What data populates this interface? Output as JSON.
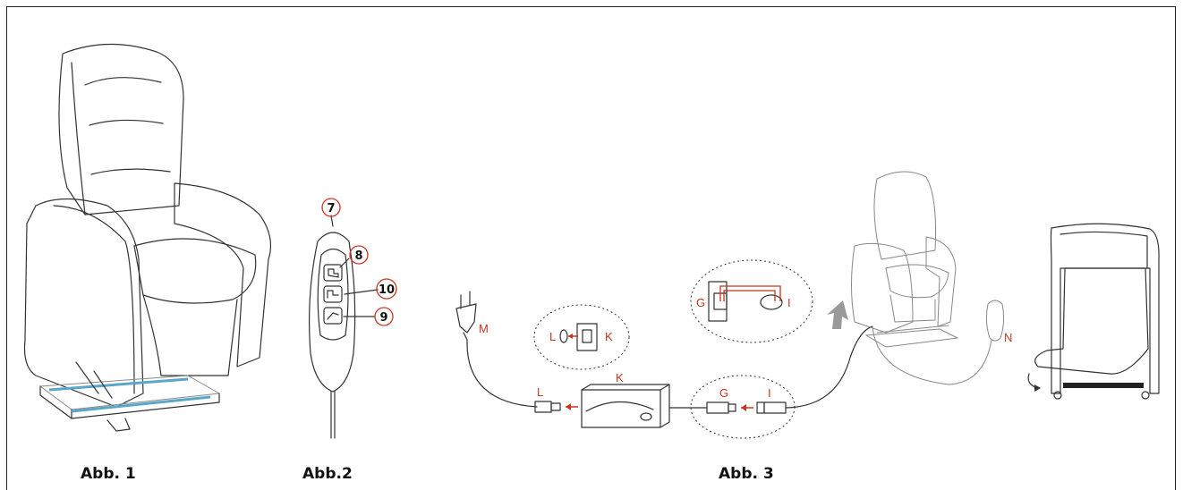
{
  "figures": {
    "fig1": {
      "caption": "Abb. 1"
    },
    "fig2": {
      "caption": "Abb.2",
      "callouts": {
        "c7": "7",
        "c8": "8",
        "c10": "10",
        "c9": "9"
      }
    },
    "fig3": {
      "caption": "Abb. 3",
      "labels": {
        "M": "M",
        "L": "L",
        "K": "K",
        "G": "G",
        "I": "I",
        "N": "N"
      },
      "detail_LK": {
        "L": "L",
        "K": "K"
      },
      "detail_GI": {
        "G": "G",
        "I": "I"
      }
    }
  }
}
